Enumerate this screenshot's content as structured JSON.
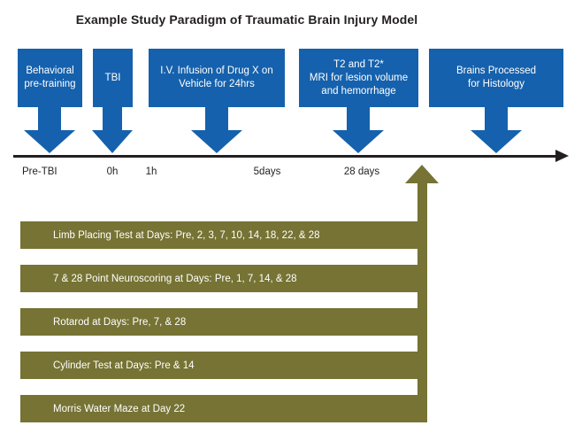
{
  "title": "Example Study Paradigm of Traumatic Brain Injury Model",
  "colors": {
    "event_blue": "#1561ad",
    "test_olive": "#767334",
    "ink": "#231f20",
    "background": "#ffffff"
  },
  "timeline": {
    "events": [
      {
        "lines": [
          "Behavioral",
          "pre-training"
        ]
      },
      {
        "lines": [
          "TBI"
        ]
      },
      {
        "lines": [
          "I.V. Infusion of Drug X on",
          "Vehicle for 24hrs"
        ]
      },
      {
        "lines": [
          "T2 and T2*",
          "MRI for lesion volume",
          "and hemorrhage"
        ]
      },
      {
        "lines": [
          "Brains Processed",
          "for Histology"
        ]
      }
    ],
    "ticks": [
      {
        "label": "Pre-TBI"
      },
      {
        "label": "0h"
      },
      {
        "label": "1h"
      },
      {
        "label": "5days"
      },
      {
        "label": "28 days"
      }
    ]
  },
  "tests": [
    {
      "label": "Limb Placing Test at Days: Pre, 2, 3, 7, 10, 14, 18, 22, & 28"
    },
    {
      "label": "7 & 28 Point Neuroscoring at Days: Pre, 1, 7, 14, & 28"
    },
    {
      "label": "Rotarod at Days: Pre, 7, & 28"
    },
    {
      "label": "Cylinder Test at Days: Pre & 14"
    },
    {
      "label": "Morris Water Maze at Day 22"
    }
  ]
}
